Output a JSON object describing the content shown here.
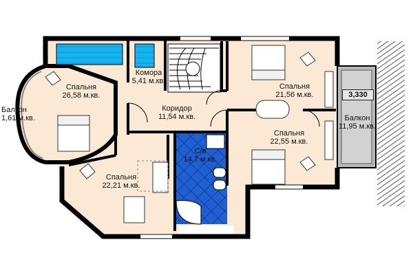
{
  "colors": {
    "room_fill": "#fbe9d6",
    "wall": "#000000",
    "bath_fill": "#1f5fd1",
    "bath_grid": "#0b2f7a",
    "wardrobe": "#16b3ee",
    "balcony_fill": "#b9b9b9",
    "roof_hatch": "#555555",
    "furniture_line": "#777777"
  },
  "rooms": {
    "bedroom_nw": {
      "name": "Спальня",
      "area": "26,58 м.кв."
    },
    "storage": {
      "name": "Комора",
      "area": "5,41 м.кв."
    },
    "corridor": {
      "name": "Коридор",
      "area": "11,54 м.кв."
    },
    "bedroom_ne": {
      "name": "Спальня",
      "area": "21,56 м.кв."
    },
    "bedroom_e": {
      "name": "Спальня",
      "area": "22,55 м.кв."
    },
    "bathroom": {
      "name": "С/в",
      "area": "14,7 м.кв."
    },
    "bedroom_sw": {
      "name": "Спальня",
      "area": "22,21 м.кв."
    },
    "balcony_w": {
      "name": "Балкон",
      "area": "1,61 м.кв."
    },
    "balcony_e": {
      "name": "Балкон",
      "area": "11,95 м.кв."
    }
  },
  "level_mark": "3,330"
}
